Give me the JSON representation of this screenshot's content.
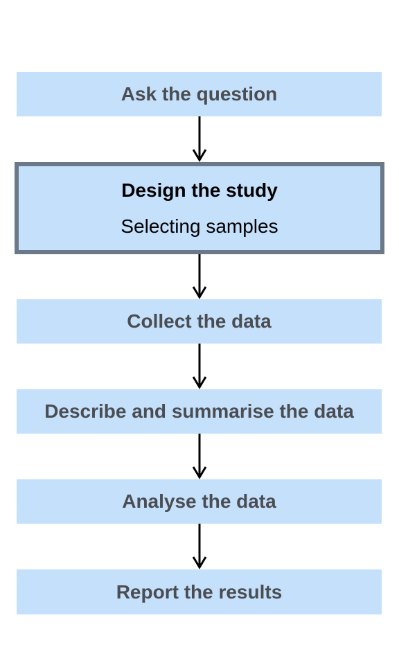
{
  "steps": [
    {
      "label": "Ask the question"
    },
    {
      "label": "Design the study",
      "sublabel": "Selecting samples",
      "active": true
    },
    {
      "label": "Collect the data"
    },
    {
      "label": "Describe and summarise the data"
    },
    {
      "label": "Analyse the data"
    },
    {
      "label": "Report the results"
    }
  ],
  "colors": {
    "box_fill": "#c5e0fb",
    "active_border": "#6b7887",
    "inactive_text": "#4a4d52",
    "active_text": "#000000",
    "arrow": "#000000"
  }
}
